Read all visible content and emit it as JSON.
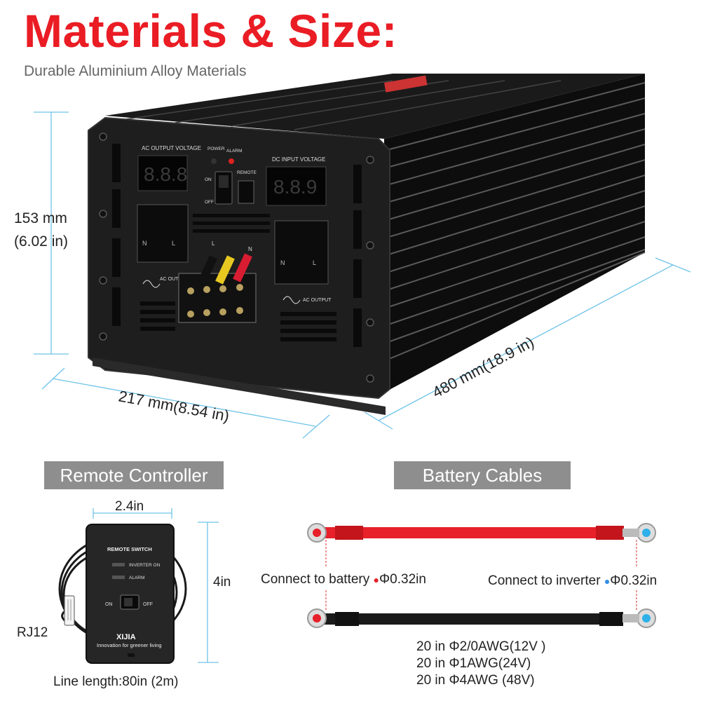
{
  "header": {
    "title": "Materials & Size:",
    "subtitle": "Durable Aluminium Alloy Materials"
  },
  "inverter": {
    "height_mm": "153 mm",
    "height_in": "(6.02 in)",
    "width_label": "217 mm(8.54 in)",
    "length_label": "480 mm(18.9 in)",
    "panel": {
      "ac_output_voltage": "AC OUTPUT VOLTAGE",
      "dc_input_voltage": "DC  INPUT  VOLTAGE",
      "power": "POWER",
      "alarm": "ALARM",
      "remote": "REMOTE",
      "on": "ON",
      "off": "OFF",
      "ac_output": "AC OUTPUT",
      "display_left": "8.8.8",
      "display_right": "8.8.9",
      "terminal_l": "L",
      "terminal_n": "N",
      "socket_n": "N",
      "socket_l": "L"
    }
  },
  "remote_controller": {
    "heading": "Remote Controller",
    "width": "2.4in",
    "height": "4in",
    "connector": "RJ12",
    "line_length": "Line length:80in (2m)",
    "face": {
      "title": "REMOTE SWITCH",
      "inverter_on": "INVERTER ON",
      "alarm": "ALARM",
      "on": "ON",
      "off": "OFF",
      "brand": "XIJIA",
      "slogan": "Innovation for greener living"
    }
  },
  "battery_cables": {
    "heading": "Battery Cables",
    "connect_battery": "Connect to battery",
    "battery_diameter": "Φ0.32in",
    "connect_inverter": "Connect to inverter",
    "inverter_diameter": "Φ0.32in",
    "specs": [
      "20 in Φ2/0AWG(12V )",
      "20 in Φ1AWG(24V)",
      "20 in Φ4AWG (48V)"
    ],
    "colors": {
      "positive": "#e8202a",
      "negative": "#1a1a1a",
      "battery_dot": "#e8202a",
      "inverter_dot": "#2f8fe8"
    }
  }
}
